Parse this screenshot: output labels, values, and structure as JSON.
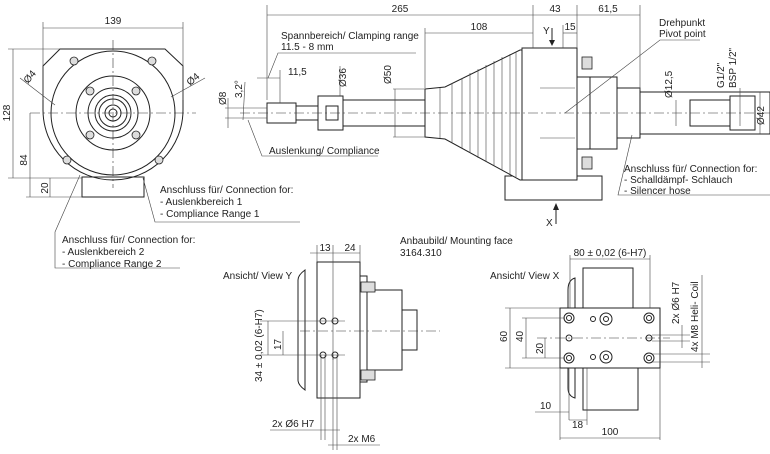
{
  "front_view": {
    "dim_width": "139",
    "dim_height": "128",
    "dim_center": "84",
    "dim_base": "20",
    "dia_left": "Ø4",
    "dia_right": "Ø4",
    "connection1": [
      "Anschluss für/ Connection for:",
      "- Auslenkbereich 1",
      "- Compliance Range 1"
    ],
    "connection2": [
      "Anschluss für/ Connection for:",
      "- Auslenkbereich 2",
      "- Compliance Range 2"
    ]
  },
  "side_view": {
    "dim_total": "265",
    "dim_43": "43",
    "dim_615": "61,5",
    "dim_108": "108",
    "dim_15": "15",
    "clamping_range": [
      "Spannbereich/ Clamping range",
      "11.5 - 8 mm"
    ],
    "dim_115": "11,5",
    "dia_36": "Ø36",
    "dia_50": "Ø50",
    "dia_8": "Ø8",
    "angle": "3,2°",
    "compliance": "Auslenkung/ Compliance",
    "pivot": [
      "Drehpunkt",
      "Pivot point"
    ],
    "dia_125": "Ø12,5",
    "thread": [
      "G1/2\"",
      "BSP 1/2\""
    ],
    "dia_42": "Ø42",
    "silencer": [
      "Anschluss für/ Connection for:",
      "- Schalldämpf- Schlauch",
      "- Silencer hose"
    ],
    "arrow_y": "Y",
    "arrow_x": "X"
  },
  "mounting": {
    "title": "Anbaubild/ Mounting face",
    "number": "3164.310"
  },
  "view_y": {
    "title": "Ansicht/ View Y",
    "dim_13": "13",
    "dim_24": "24",
    "dim_34": "34 ± 0,02 (6-H7)",
    "dim_17": "17",
    "holes": "2x Ø6 H7",
    "threads": "2x M6"
  },
  "view_x": {
    "title": "Ansicht/ View X",
    "dim_80": "80 ± 0,02 (6-H7)",
    "dim_60": "60",
    "dim_40": "40",
    "dim_20": "20",
    "holes": "2x Ø6 H7",
    "threads": "4x M8 Heli- Coil",
    "dim_10": "10",
    "dim_18": "18",
    "dim_100": "100"
  }
}
